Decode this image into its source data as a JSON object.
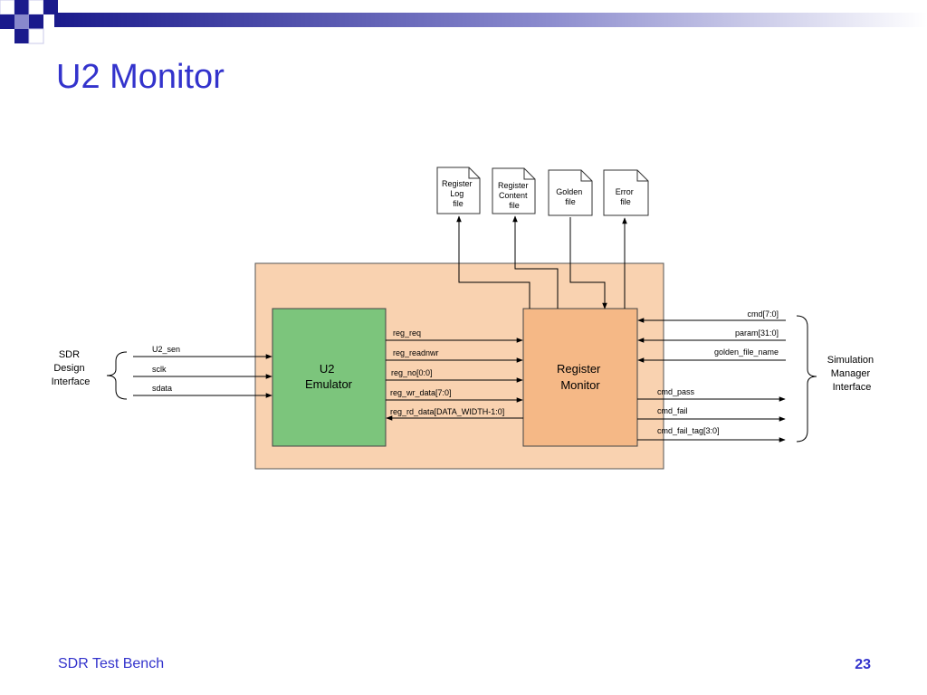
{
  "slide": {
    "title": "U2 Monitor",
    "footer": "SDR Test Bench",
    "page_number": "23"
  },
  "colors": {
    "title": "#3333cc",
    "outer_box": "#f9d2b0",
    "emulator": "#7cc57c",
    "monitor": "#f5b886",
    "banner_dark": "#1a1a8c"
  },
  "diagram": {
    "files": [
      {
        "lines": [
          "Register",
          "Log",
          "file"
        ]
      },
      {
        "lines": [
          "Register",
          "Content",
          "file"
        ]
      },
      {
        "lines": [
          "Golden",
          "file"
        ]
      },
      {
        "lines": [
          "Error",
          "file"
        ]
      }
    ],
    "emulator": {
      "lines": [
        "U2",
        "Emulator"
      ]
    },
    "monitor": {
      "lines": [
        "Register",
        "Monitor"
      ]
    },
    "sdr_interface": {
      "lines": [
        "SDR",
        "Design",
        "Interface"
      ]
    },
    "sim_interface": {
      "lines": [
        "Simulation",
        "Manager",
        "Interface"
      ]
    },
    "sdr_inputs": [
      "U2_sen",
      "sclk",
      "sdata"
    ],
    "internal_signals": [
      "reg_req",
      "reg_readnwr",
      "reg_no[0:0]",
      "reg_wr_data[7:0]",
      "reg_rd_data[DATA_WIDTH-1:0]"
    ],
    "monitor_inputs": [
      "cmd[7:0]",
      "param[31:0]",
      "golden_file_name"
    ],
    "monitor_outputs": [
      "cmd_pass",
      "cmd_fail",
      "cmd_fail_tag[3:0]"
    ]
  }
}
